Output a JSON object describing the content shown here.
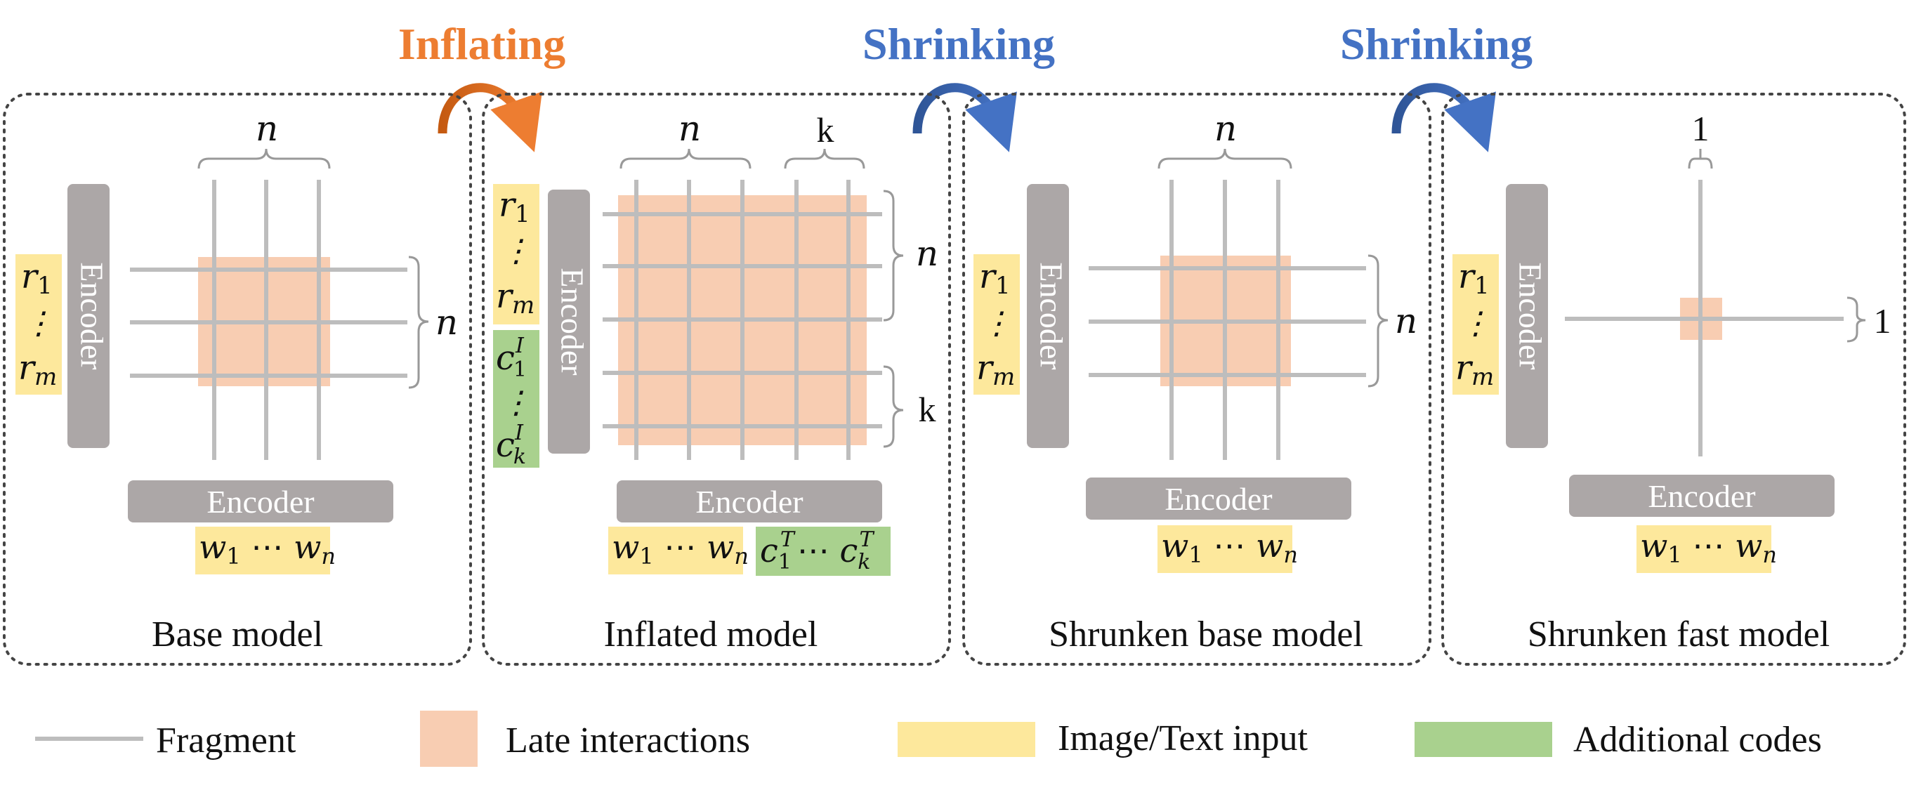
{
  "colors": {
    "fragment": "#bdbdbd",
    "late_interaction": "#f8cdb2",
    "input": "#fde89c",
    "additional_codes": "#a9d18e",
    "encoder": "#aca7a7",
    "inflating": "#ed7d31",
    "shrinking": "#4472c4",
    "arrow_orange_tail": "#c55a11",
    "arrow_blue_tail": "#2f5597"
  },
  "steps": {
    "inflating": "Inflating",
    "shrinking_1": "Shrinking",
    "shrinking_2": "Shrinking"
  },
  "panels": {
    "base": {
      "caption": "Base model",
      "encoder_vertical": "Encoder",
      "encoder_horizontal": "Encoder",
      "top_dim": "n",
      "right_dim": "n",
      "image_input": [
        "r1",
        "⋮",
        "rm"
      ],
      "text_input": "w1 ⋯ wn"
    },
    "inflated": {
      "caption": "Inflated model",
      "encoder_vertical": "Encoder",
      "encoder_horizontal": "Encoder",
      "top_dim_n": "n",
      "top_dim_k": "k",
      "right_dim_n": "n",
      "right_dim_k": "k",
      "image_input": [
        "r1",
        "⋮",
        "rm"
      ],
      "image_codes": [
        "c1I",
        "⋮",
        "ckI"
      ],
      "text_input": "w1 ⋯ wn",
      "text_codes": "c1T ⋯ ckT"
    },
    "shrunken_base": {
      "caption": "Shrunken base model",
      "encoder_vertical": "Encoder",
      "encoder_horizontal": "Encoder",
      "top_dim": "n",
      "right_dim": "n",
      "image_input": [
        "r1",
        "⋮",
        "rm"
      ],
      "text_input": "w1 ⋯ wn"
    },
    "shrunken_fast": {
      "caption": "Shrunken fast model",
      "encoder_vertical": "Encoder",
      "encoder_horizontal": "Encoder",
      "top_dim": "1",
      "right_dim": "1",
      "image_input": [
        "r1",
        "⋮",
        "rm"
      ],
      "text_input": "w1 ⋯ wn"
    }
  },
  "legend": {
    "fragment": "Fragment",
    "late_interactions": "Late interactions",
    "input": "Image/Text input",
    "additional_codes": "Additional codes"
  }
}
